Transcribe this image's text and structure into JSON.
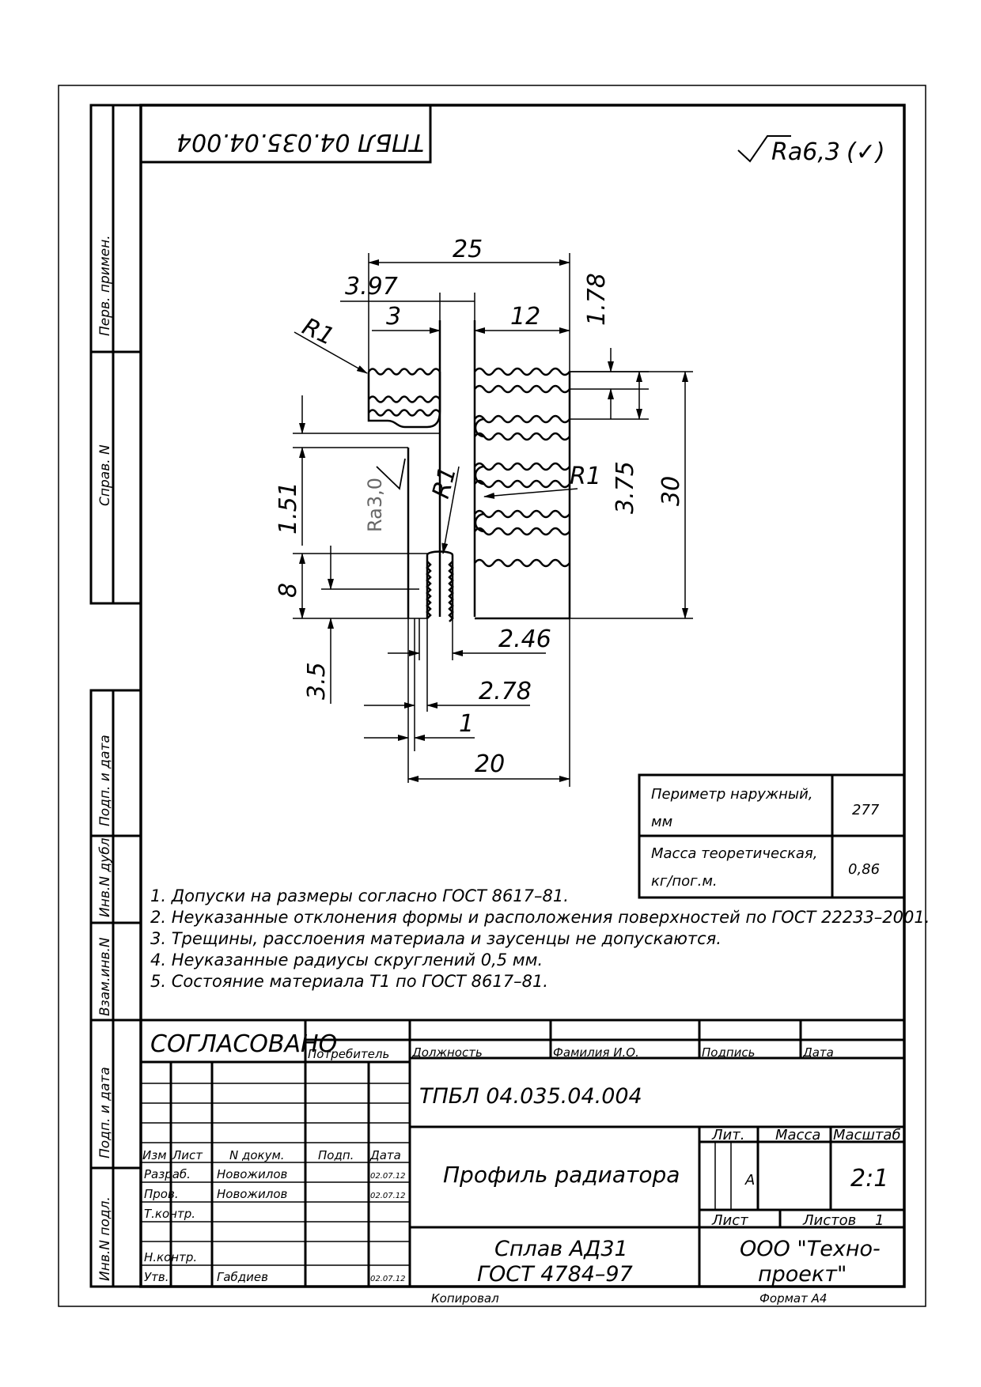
{
  "drawing_code": "ТПБЛ 04.035.04.004",
  "drawing_code_rotated": "ТПБЛ 04.035.04.004",
  "roughness": {
    "general": "Ra6,3",
    "general_extra": "(✓)",
    "local": "Ra3,0"
  },
  "side_labels": {
    "perv_primen": "Перв. примен.",
    "sprav_n": "Справ. N",
    "podp_data_1": "Подп. и дата",
    "inv_n_dubl": "Инв.N дубл.",
    "vzam_inv_n": "Взам.инв.N",
    "podp_data_2": "Подп. и дата",
    "inv_n_podl": "Инв.N подл."
  },
  "dimensions": {
    "d25": "25",
    "d397": "3.97",
    "d3": "3",
    "d12": "12",
    "d178": "1.78",
    "r1_top": "R1",
    "r1_mid": "R1",
    "r1_right": "R1",
    "d375": "3.75",
    "d30": "30",
    "d151": "1.51",
    "d8": "8",
    "d35": "3.5",
    "d246": "2.46",
    "d278": "2.78",
    "d1": "1",
    "d20": "20"
  },
  "properties_table": {
    "rows": [
      {
        "label_line1": "Периметр наружный,",
        "label_line2": "мм",
        "value": "277"
      },
      {
        "label_line1": "Масса теоретическая,",
        "label_line2": "кг/пог.м.",
        "value": "0,86"
      }
    ]
  },
  "notes": [
    "1. Допуски на размеры согласно ГОСТ 8617–81.",
    "2. Неуказанные отклонения формы и расположения поверхностей по ГОСТ 22233–2001.",
    "3. Трещины, расслоения материала и заусенцы не допускаются.",
    "4. Неуказанные радиусы скруглений 0,5 мм.",
    "5. Состояние материала Т1 по ГОСТ 8617–81."
  ],
  "title_block": {
    "soglasovano": "СОГЛАСОВАНО",
    "approval_headers": {
      "potrebitel": "Потребитель",
      "dolzhnost": "Должность",
      "familiya": "Фамилия И.О.",
      "podpis": "Подпись",
      "data": "Дата"
    },
    "designation": "ТПБЛ 04.035.04.004",
    "rev_headers": {
      "izm": "Изм",
      "list": "Лист",
      "n_dokum": "N докум.",
      "podp": "Подп.",
      "data": "Дата"
    },
    "roles": {
      "razrab": "Разраб.",
      "prov": "Пров.",
      "t_kontr": "Т.контр.",
      "n_kontr": "Н.контр.",
      "utv": "Утв."
    },
    "people": {
      "razrab_name": "Новожилов",
      "razrab_date": "02.07.12",
      "prov_name": "Новожилов",
      "prov_date": "02.07.12",
      "utv_name": "Габдиев",
      "utv_date": "02.07.12"
    },
    "part_name": "Профиль радиатора",
    "material_line1": "Сплав АД31",
    "material_line2": "ГОСТ 4784–97",
    "lit_label": "Лит.",
    "massa_label": "Масса",
    "masshtab_label": "Масштаб",
    "lit_value": "А",
    "scale_value": "2:1",
    "list_label": "Лист",
    "listov_label": "Листов",
    "listov_value": "1",
    "company_line1": "ООО \"Техно-",
    "company_line2": "проект\"",
    "kopiroval": "Копировал",
    "format": "Формат А4"
  }
}
